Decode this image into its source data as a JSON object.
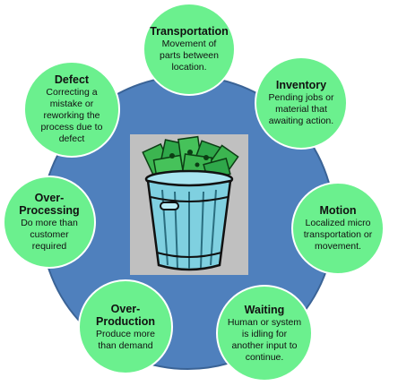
{
  "colors": {
    "big_circle": "#4f80bd",
    "node_fill": "#6bf08e",
    "image_bg": "#c0c0c0",
    "bin_body": "#7fd0e0",
    "money_green": "#2fa84a"
  },
  "center_image_icon": "trash-bin-full-of-money-icon",
  "nodes": {
    "transportation": {
      "title": "Transportation",
      "desc_lines": [
        "Movement of",
        "parts between",
        "location."
      ]
    },
    "inventory": {
      "title": "Inventory",
      "desc_lines": [
        "Pending jobs or",
        "material that",
        "awaiting action."
      ]
    },
    "motion": {
      "title": "Motion",
      "desc_lines": [
        "Localized micro",
        "transportation or",
        "movement."
      ]
    },
    "waiting": {
      "title": "Waiting",
      "desc_lines": [
        "Human or system",
        "is idling for",
        "another input to",
        "continue."
      ]
    },
    "over_production": {
      "title_lines": [
        "Over-",
        "Production"
      ],
      "desc_lines": [
        "Produce more",
        "than demand"
      ]
    },
    "over_processing": {
      "title_lines": [
        "Over-",
        "Processing"
      ],
      "desc_lines": [
        "Do more than",
        "customer",
        "required"
      ]
    },
    "defect": {
      "title": "Defect",
      "desc_lines": [
        "Correcting a",
        "mistake or",
        "reworking the",
        "process due to",
        "defect"
      ]
    }
  }
}
